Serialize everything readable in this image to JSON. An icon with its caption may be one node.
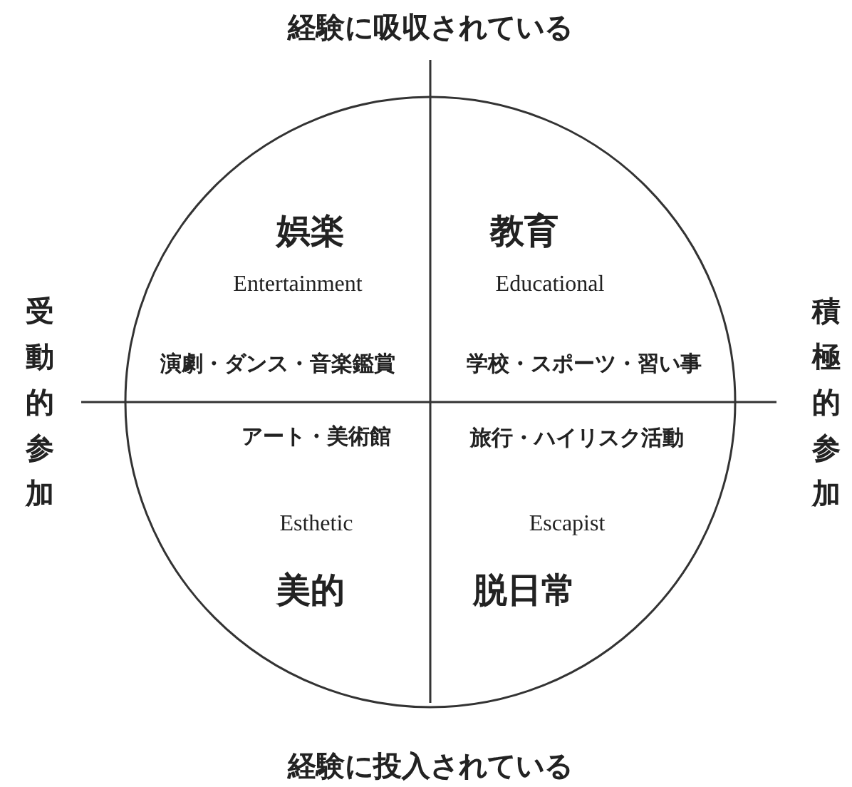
{
  "diagram": {
    "labels": [
      "経験に吸収されている",
      "娯楽",
      "教育",
      "Entertainment",
      "Educational",
      "受動的参加",
      "積極的参加",
      "演劇・ダンス・音楽鑑賞",
      "学校・スポーツ・習い事",
      "アート・美術館",
      "旅行・ハイリスク活動",
      "Esthetic",
      "Escapist",
      "美的",
      "脱日常",
      "経験に投入されている"
    ]
  }
}
